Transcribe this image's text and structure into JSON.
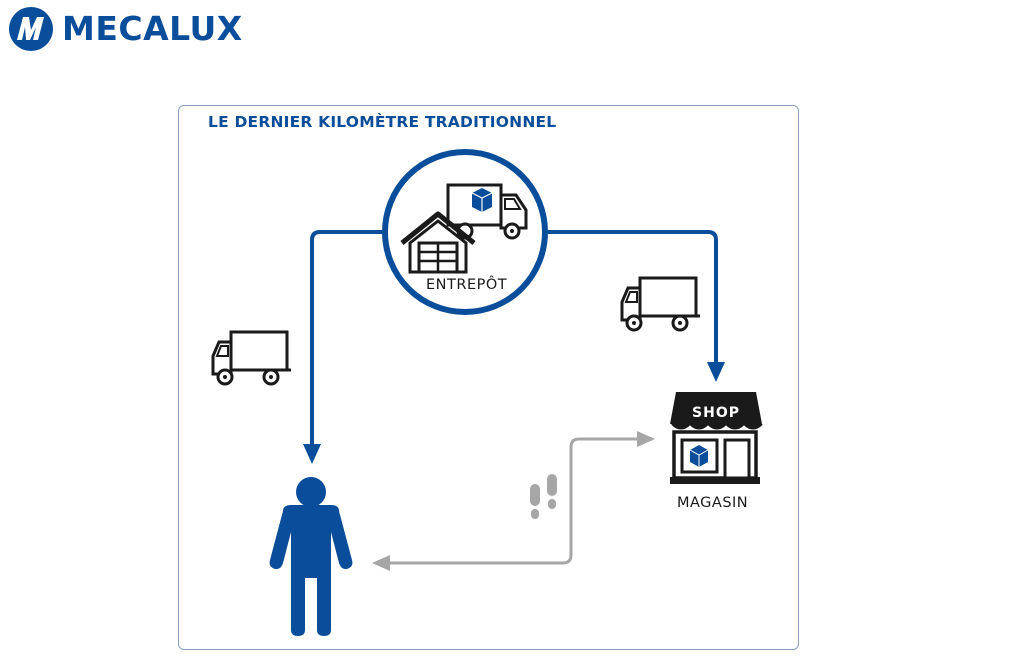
{
  "brand": {
    "name": "MECALUX",
    "color": "#0a4e9b"
  },
  "diagram": {
    "title": "LE DERNIER KILOMÈTRE TRADITIONNEL",
    "nodes": {
      "warehouse": {
        "label": "ENTREPÔT",
        "icon": "warehouse-truck-icon"
      },
      "store": {
        "label": "MAGASIN",
        "sign": "SHOP",
        "icon": "shop-icon"
      },
      "customer": {
        "icon": "person-icon"
      }
    },
    "edges": [
      {
        "from": "warehouse",
        "to": "customer",
        "icon": "delivery-truck-icon",
        "color": "#0a4e9b"
      },
      {
        "from": "warehouse",
        "to": "store",
        "icon": "delivery-truck-icon",
        "color": "#0a4e9b"
      },
      {
        "from": "customer",
        "to": "store",
        "bidirectional": true,
        "icon": "footsteps-icon",
        "color": "#a6a6a6"
      }
    ]
  }
}
